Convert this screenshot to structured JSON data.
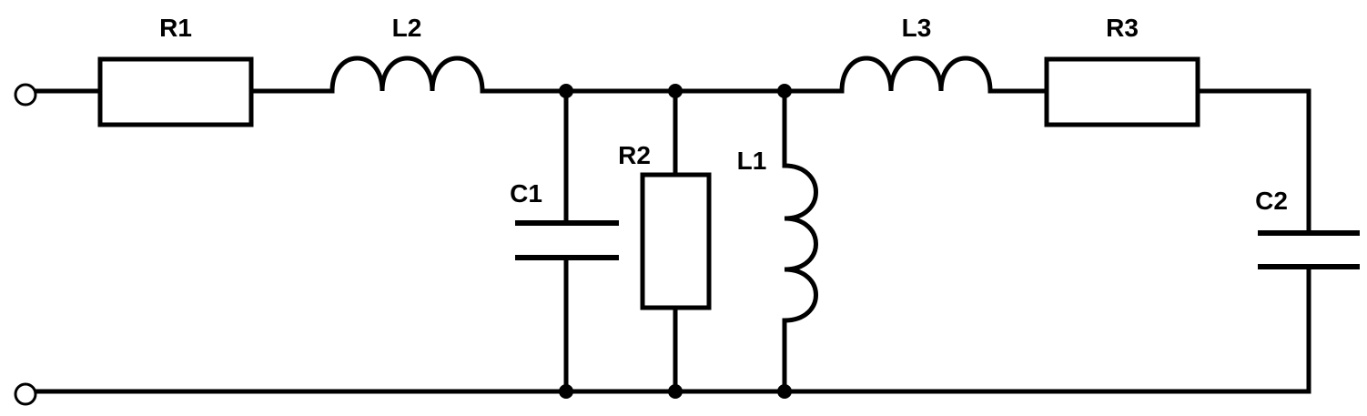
{
  "diagram": {
    "type": "schematic",
    "components": {
      "r1": {
        "label": "R1"
      },
      "l2": {
        "label": "L2"
      },
      "c1": {
        "label": "C1"
      },
      "r2": {
        "label": "R2"
      },
      "l1": {
        "label": "L1"
      },
      "l3": {
        "label": "L3"
      },
      "r3": {
        "label": "R3"
      },
      "c2": {
        "label": "C2"
      }
    }
  }
}
